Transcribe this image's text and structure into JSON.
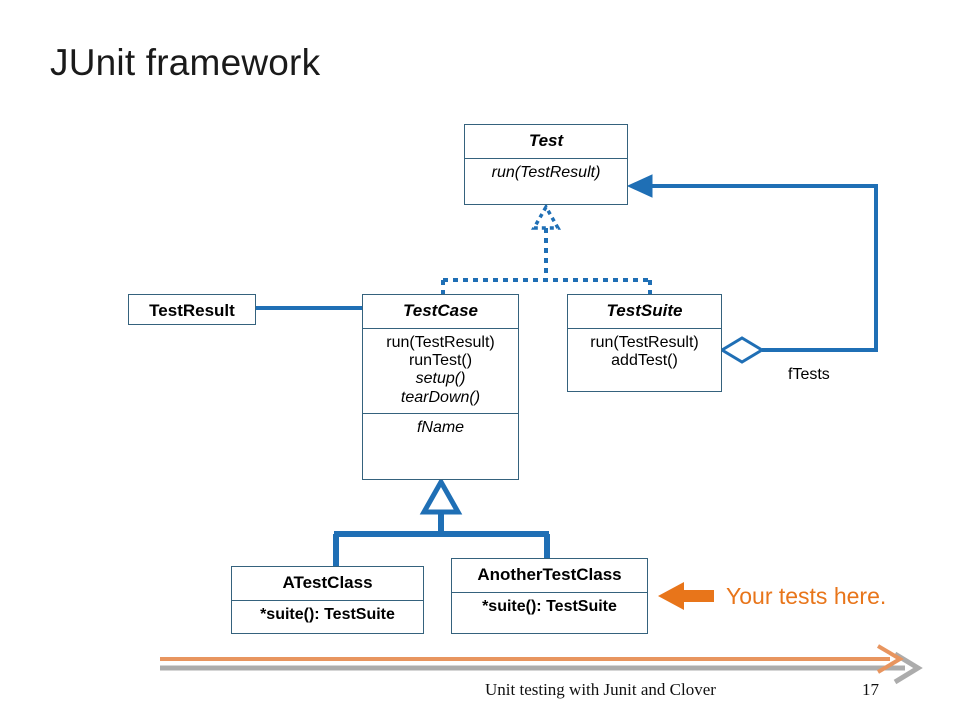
{
  "slide": {
    "title": "JUnit framework",
    "page_number": "17",
    "footer": "Unit testing with Junit and Clover"
  },
  "colors": {
    "connector_blue": "#1F6FB5",
    "box_border": "#35627d",
    "callout_orange": "#E8751A",
    "footer_rule_gray": "#ACACAC",
    "title_text": "#1a1a1a"
  },
  "diagram": {
    "type": "uml-class-diagram",
    "classes": [
      {
        "id": "test",
        "name": "Test",
        "stereotype": "interface",
        "name_italic": true,
        "operations": [
          {
            "text": "run(TestResult)",
            "italic": true
          }
        ],
        "attributes": []
      },
      {
        "id": "testresult",
        "name": "TestResult",
        "name_italic": false,
        "operations": [],
        "attributes": []
      },
      {
        "id": "testcase",
        "name": "TestCase",
        "name_italic": true,
        "operations": [
          {
            "text": "run(TestResult)",
            "italic": false
          },
          {
            "text": "runTest()",
            "italic": false
          },
          {
            "text": "setup()",
            "italic": true
          },
          {
            "text": "tearDown()",
            "italic": true
          }
        ],
        "attributes": [
          {
            "text": "fName",
            "italic": true
          }
        ]
      },
      {
        "id": "testsuite",
        "name": "TestSuite",
        "name_italic": true,
        "operations": [
          {
            "text": "run(TestResult)",
            "italic": false
          },
          {
            "text": "addTest()",
            "italic": false
          }
        ],
        "attributes": []
      },
      {
        "id": "atestclass",
        "name": "ATestClass",
        "name_italic": false,
        "operations": [
          {
            "text": "*suite(): TestSuite",
            "italic": false
          }
        ],
        "attributes": []
      },
      {
        "id": "anothertestclass",
        "name": "AnotherTestClass",
        "name_italic": false,
        "operations": [
          {
            "text": "*suite(): TestSuite",
            "italic": false
          }
        ],
        "attributes": []
      }
    ],
    "relationships": [
      {
        "kind": "realization",
        "from": "testcase",
        "to": "test",
        "style": "dashed",
        "arrowhead": "hollow-triangle"
      },
      {
        "kind": "realization",
        "from": "testsuite",
        "to": "test",
        "style": "dashed",
        "arrowhead": "hollow-triangle"
      },
      {
        "kind": "association",
        "from": "testresult",
        "to": "testcase",
        "style": "solid",
        "arrowhead": "none"
      },
      {
        "kind": "aggregation",
        "from": "testsuite",
        "to": "test",
        "style": "solid",
        "arrowhead": "open-arrow",
        "source_decoration": "hollow-diamond",
        "label": "fTests"
      },
      {
        "kind": "generalization",
        "from": "atestclass",
        "to": "testcase",
        "style": "solid",
        "arrowhead": "hollow-triangle"
      },
      {
        "kind": "generalization",
        "from": "anothertestclass",
        "to": "testcase",
        "style": "solid",
        "arrowhead": "hollow-triangle"
      }
    ]
  },
  "callout": {
    "text": "Your tests here.",
    "arrow_direction": "left",
    "target": "anothertestclass"
  }
}
